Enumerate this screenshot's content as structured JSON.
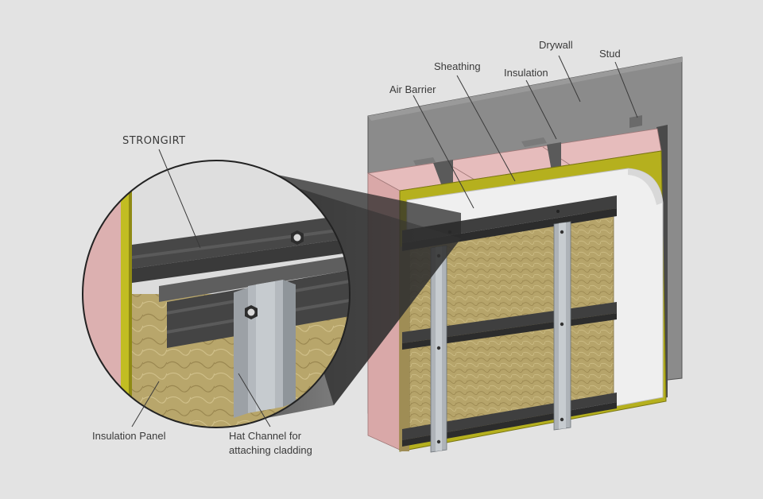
{
  "labels": {
    "drywall": "Drywall",
    "stud": "Stud",
    "sheathing": "Sheathing",
    "insulation": "Insulation",
    "air_barrier": "Air Barrier",
    "strongirt": "STRONGIRT",
    "insulation_panel": "Insulation Panel",
    "hat_channel_line1": "Hat Channel for",
    "hat_channel_line2": "attaching cladding"
  },
  "colors": {
    "background": "#e3e3e3",
    "drywall": "#8a8a8a",
    "insulation_pink": "#e3b8b8",
    "sheathing_yellow": "#b7b21f",
    "air_barrier": "#ececec",
    "mineral_wool": "#b6a46a",
    "girt": "#444444",
    "hat_channel": "#a9aeb3",
    "text": "#3a3a3a"
  }
}
